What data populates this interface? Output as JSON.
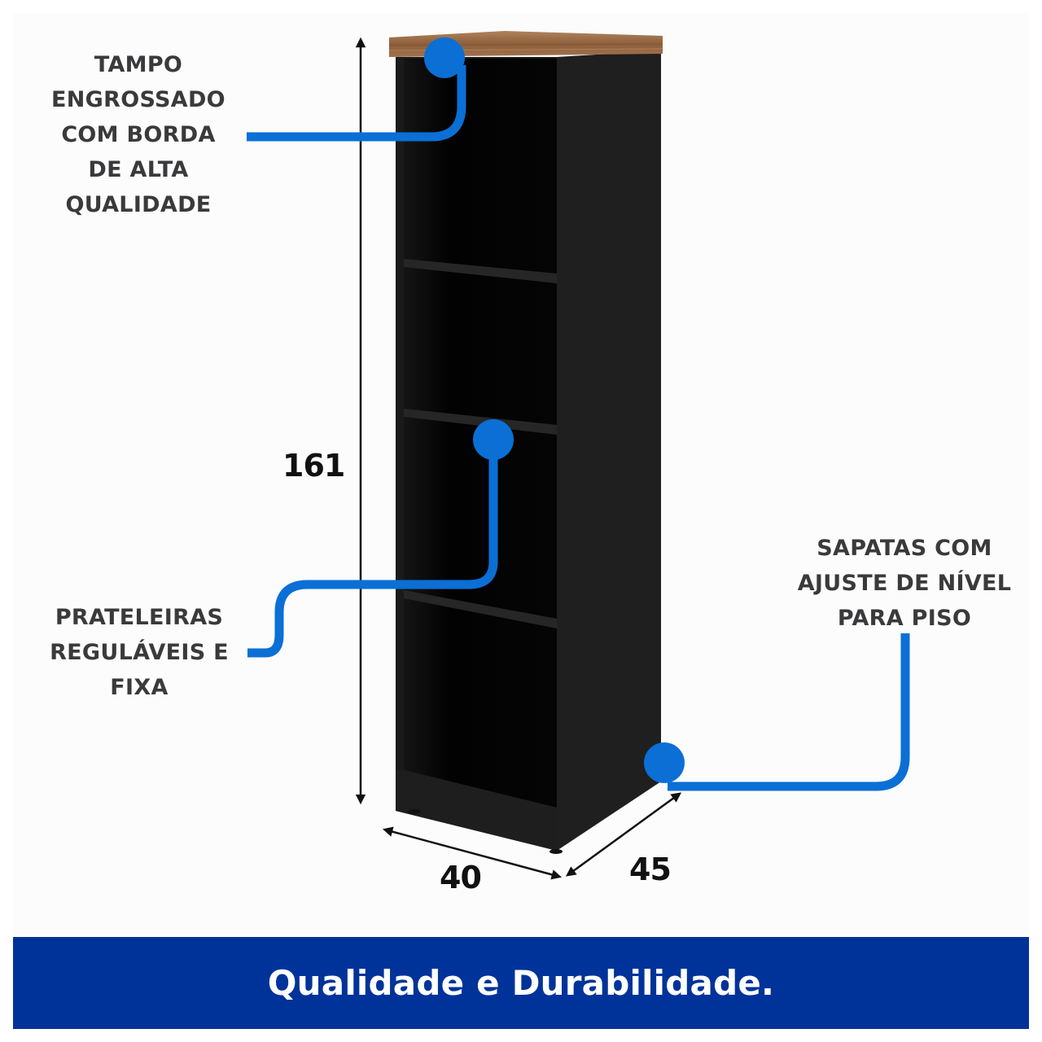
{
  "colors": {
    "background": "#fcfcfc",
    "callout_blue": "#0b6fd6",
    "label_text": "#3a3a3c",
    "cabinet_front": "#050505",
    "cabinet_side": "#1f1f1f",
    "wood_top": "#9a6b45",
    "banner_bg": "#003399",
    "banner_text": "#ffffff"
  },
  "callouts": {
    "top": {
      "lines": [
        "TAMPO",
        "ENGROSSADO",
        "COM BORDA",
        "DE ALTA",
        "QUALIDADE"
      ]
    },
    "shelves": {
      "lines": [
        "PRATELEIRAS",
        "REGULÁVEIS E",
        "FIXA"
      ]
    },
    "feet": {
      "lines": [
        "SAPATAS COM",
        "AJUSTE DE NÍVEL",
        "PARA PISO"
      ]
    }
  },
  "dimensions": {
    "height": "161",
    "width": "40",
    "depth": "45"
  },
  "banner": {
    "text": "Qualidade e Durabilidade."
  }
}
